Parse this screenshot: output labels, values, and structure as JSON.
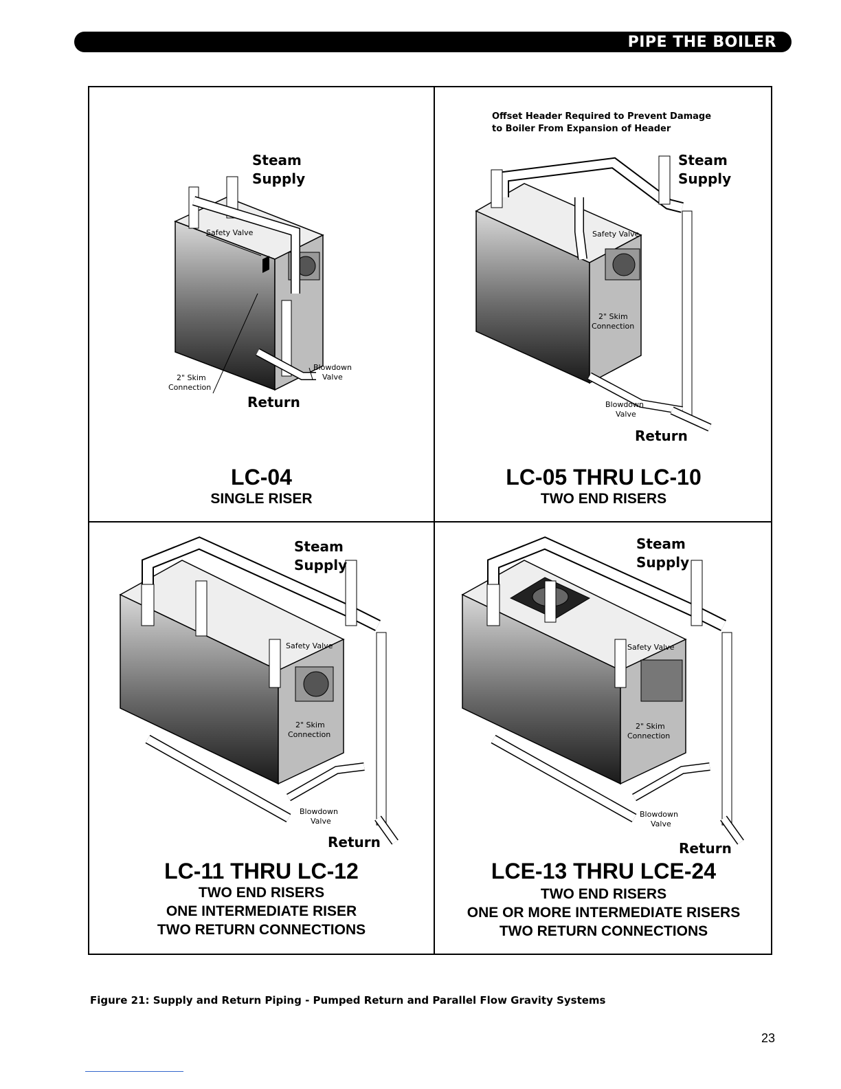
{
  "header": {
    "title": "PIPE THE BOILER"
  },
  "panels": [
    {
      "labels": {
        "steam": "Steam",
        "supply": "Supply",
        "safety_valve": "Safety Valve",
        "skim_1": "2\" Skim",
        "skim_2": "Connection",
        "blowdown_1": "Blowdown",
        "blowdown_2": "Valve",
        "return": "Return"
      },
      "model": "LC-04",
      "description": [
        "SINGLE RISER"
      ]
    },
    {
      "note": [
        "Offset Header Required to Prevent Damage",
        "to Boiler From Expansion of Header"
      ],
      "labels": {
        "steam": "Steam",
        "supply": "Supply",
        "safety_valve": "Safety Valve",
        "skim_1": "2\" Skim",
        "skim_2": "Connection",
        "blowdown_1": "Blowdown",
        "blowdown_2": "Valve",
        "return": "Return"
      },
      "model": "LC-05 THRU LC-10",
      "description": [
        "TWO END RISERS"
      ]
    },
    {
      "labels": {
        "steam": "Steam",
        "supply": "Supply",
        "safety_valve": "Safety Valve",
        "skim_1": "2\" Skim",
        "skim_2": "Connection",
        "blowdown_1": "Blowdown",
        "blowdown_2": "Valve",
        "return": "Return"
      },
      "model": "LC-11 THRU LC-12",
      "description": [
        "TWO END RISERS",
        "ONE INTERMEDIATE RISER",
        "TWO RETURN CONNECTIONS"
      ]
    },
    {
      "labels": {
        "steam": "Steam",
        "supply": "Supply",
        "safety_valve": "Safety Valve",
        "skim_1": "2\" Skim",
        "skim_2": "Connection",
        "blowdown_1": "Blowdown",
        "blowdown_2": "Valve",
        "return": "Return"
      },
      "model": "LCE-13 THRU LCE-24",
      "description": [
        "TWO END RISERS",
        "ONE OR MORE INTERMEDIATE RISERS",
        "TWO RETURN CONNECTIONS"
      ]
    }
  ],
  "caption": "Figure 21: Supply and Return Piping - Pumped Return and Parallel Flow Gravity Systems",
  "page_number": "23"
}
